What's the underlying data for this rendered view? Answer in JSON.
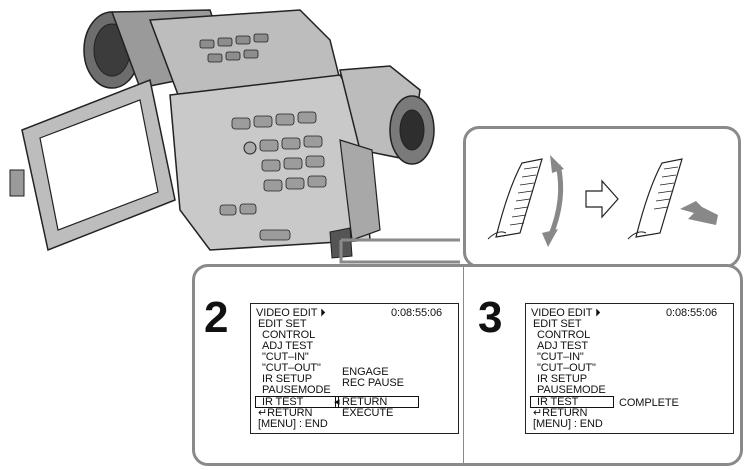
{
  "step2": {
    "number": "2",
    "header_title": "VIDEO EDIT",
    "timecode": "0:08:55:06",
    "items": [
      "EDIT SET",
      "CONTROL",
      "ADJ TEST",
      "\"CUT–IN\"",
      "\"CUT–OUT\"",
      "IR SETUP",
      "PAUSEMODE",
      "IR TEST",
      "RETURN",
      "[MENU] : END"
    ],
    "options": [
      "ENGAGE",
      "REC PAUSE",
      "RETURN",
      "EXECUTE"
    ]
  },
  "step3": {
    "number": "3",
    "header_title": "VIDEO EDIT",
    "timecode": "0:08:55:06",
    "items": [
      "EDIT SET",
      "CONTROL",
      "ADJ TEST",
      "\"CUT–IN\"",
      "\"CUT–OUT\"",
      "IR SETUP",
      "PAUSEMODE",
      "IR TEST",
      "RETURN",
      "[MENU] : END"
    ],
    "status": "COMPLETE"
  },
  "colors": {
    "frame": "#8a8a8a",
    "outline": "#222222",
    "body": "#c8c8c8",
    "lens": "#7a7a7a"
  }
}
